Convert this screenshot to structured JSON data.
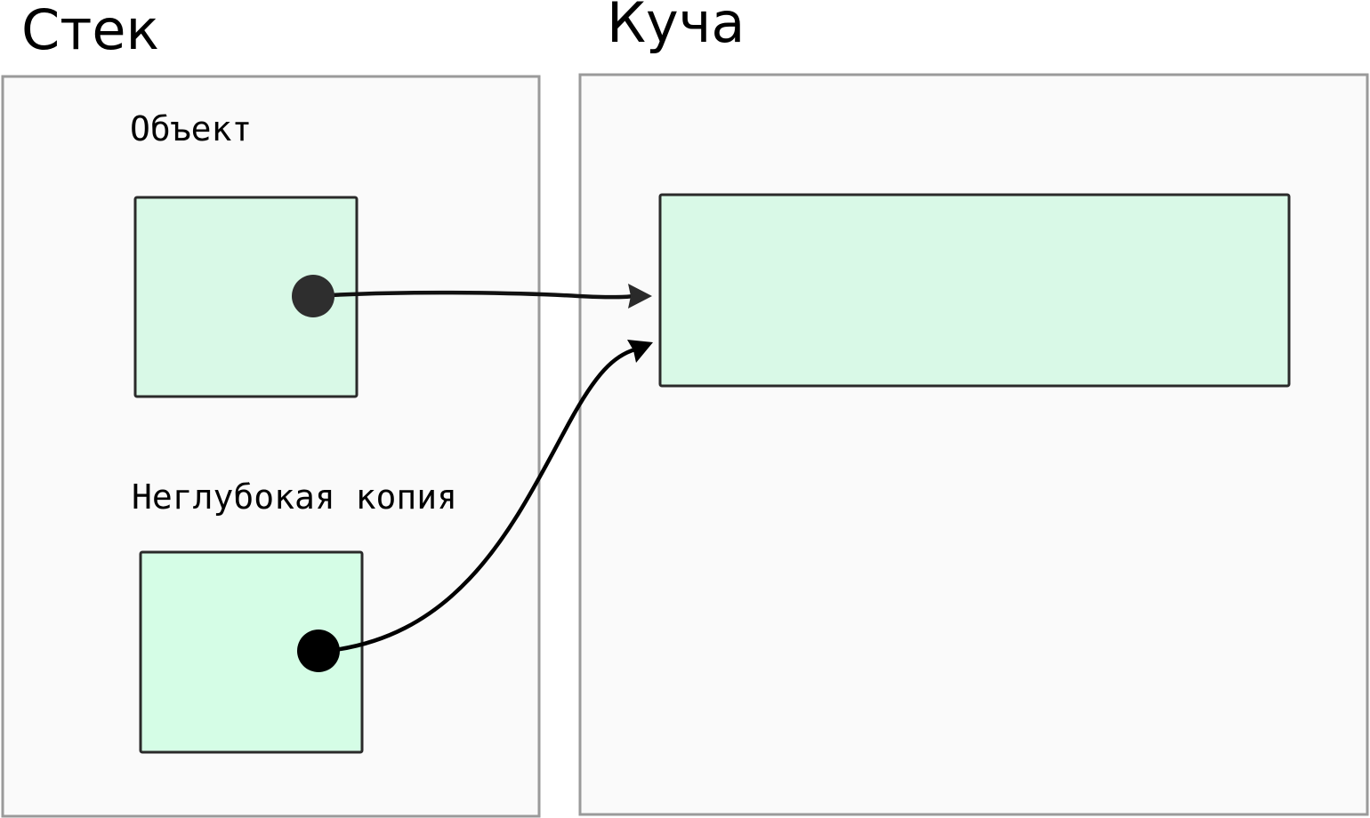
{
  "stack": {
    "title": "Стек",
    "objects": [
      {
        "label": "Объект"
      },
      {
        "label": "Неглубокая копия"
      }
    ]
  },
  "heap": {
    "title": "Куча"
  },
  "colors": {
    "region_fill": "#fafafa",
    "region_border": "#9a9a9a",
    "cell_fill": "#d9f9e7",
    "cell_fill_copy": "#d5fde6",
    "cell_border": "#2a2a2a",
    "pointer_original": "#2e2e2e",
    "pointer_copy": "#000000"
  }
}
